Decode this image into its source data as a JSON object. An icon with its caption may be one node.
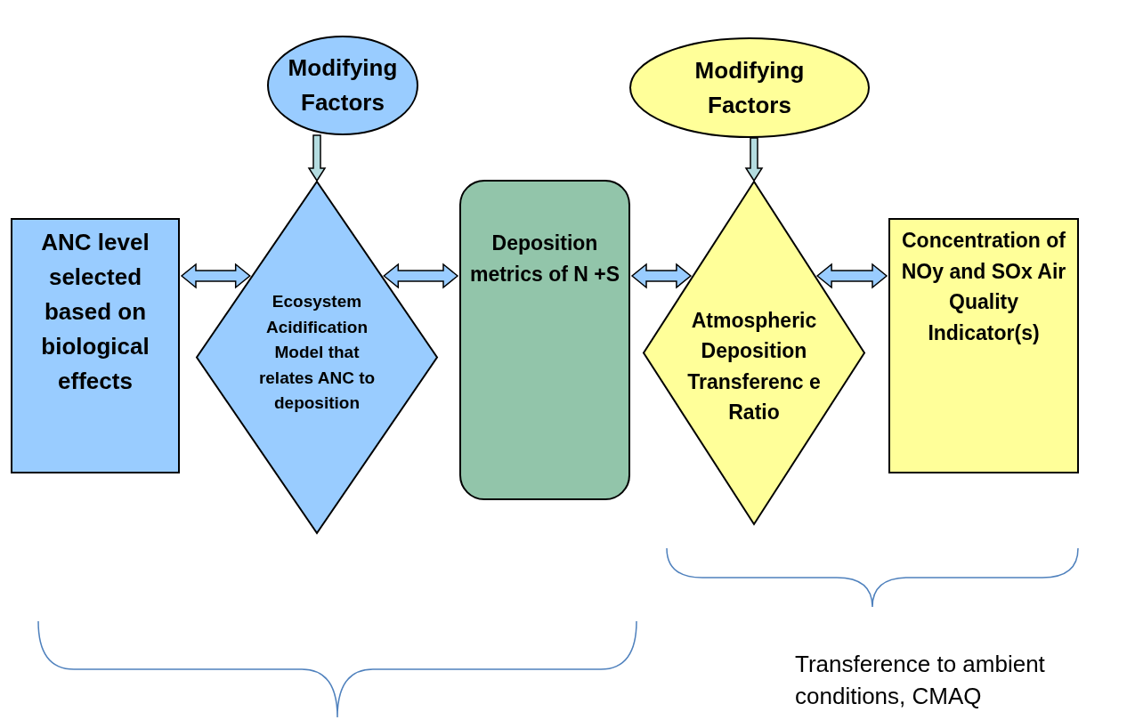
{
  "diagram": {
    "nodes": [
      {
        "text": [
          "Modifying Factors"
        ]
      },
      {
        "text": [
          "Modifying Factors"
        ]
      },
      {
        "text": [
          "ANC level selected based on biological effects"
        ]
      },
      {
        "text": [
          "Ecosystem Acidification Model that relates ANC to deposition"
        ]
      },
      {
        "text": [
          "Deposition metrics of N +S"
        ]
      },
      {
        "text": [
          "Atmospheric Deposition Transferenc e Ratio"
        ]
      },
      {
        "text": [
          "Concentration of NOy and SOx Air Quality Indicator(s)"
        ]
      }
    ],
    "edges": [
      {
        "from": 0,
        "to": 3,
        "arrow": "to",
        "color": "#b4dce0"
      },
      {
        "from": 1,
        "to": 5,
        "arrow": "to",
        "color": "#b4dce0"
      },
      {
        "from": 2,
        "to": 3,
        "arrow": "both"
      },
      {
        "from": 3,
        "to": 4,
        "arrow": "both"
      },
      {
        "from": 4,
        "to": 5,
        "arrow": "both"
      },
      {
        "from": 5,
        "to": 6,
        "arrow": "both"
      }
    ],
    "labels": [
      "Transference to ambient conditions, CMAQ"
    ]
  }
}
